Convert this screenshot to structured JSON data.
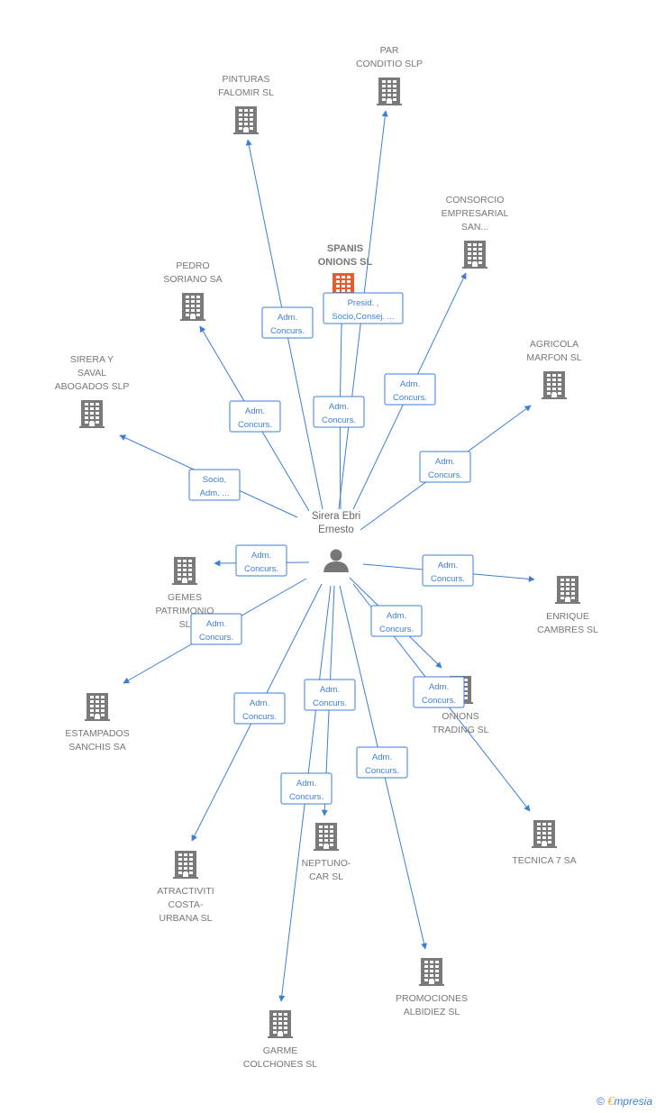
{
  "person": {
    "label_lines": [
      "Sirera Ebri",
      "Ernesto"
    ]
  },
  "companies": [
    {
      "id": "par",
      "label_lines": [
        "PAR",
        "CONDITIO SLP"
      ],
      "highlight": false
    },
    {
      "id": "pinturas",
      "label_lines": [
        "PINTURAS",
        "FALOMIR SL"
      ],
      "highlight": false
    },
    {
      "id": "consorcio",
      "label_lines": [
        "CONSORCIO",
        "EMPRESARIAL",
        "SAN..."
      ],
      "highlight": false
    },
    {
      "id": "spanis",
      "label_lines": [
        "SPANIS",
        "ONIONS SL"
      ],
      "highlight": true
    },
    {
      "id": "pedro",
      "label_lines": [
        "PEDRO",
        "SORIANO SA"
      ],
      "highlight": false
    },
    {
      "id": "agricola",
      "label_lines": [
        "AGRICOLA",
        "MARFON SL"
      ],
      "highlight": false
    },
    {
      "id": "sirera",
      "label_lines": [
        "SIRERA Y",
        "SAVAL",
        "ABOGADOS SLP"
      ],
      "highlight": false
    },
    {
      "id": "gemes",
      "label_lines": [
        "GEMES",
        "PATRIMONIO",
        "SL"
      ],
      "highlight": false
    },
    {
      "id": "enrique",
      "label_lines": [
        "ENRIQUE",
        "CAMBRES SL"
      ],
      "highlight": false
    },
    {
      "id": "estampados",
      "label_lines": [
        "ESTAMPADOS",
        "SANCHIS SA"
      ],
      "highlight": false
    },
    {
      "id": "onions",
      "label_lines": [
        "ONIONS",
        "TRADING SL"
      ],
      "highlight": false
    },
    {
      "id": "tecnica",
      "label_lines": [
        "TECNICA 7 SA"
      ],
      "highlight": false
    },
    {
      "id": "neptuno",
      "label_lines": [
        "NEPTUNO-",
        "CAR SL"
      ],
      "highlight": false
    },
    {
      "id": "atractiviti",
      "label_lines": [
        "ATRACTIVITI",
        "COSTA-",
        "URBANA SL"
      ],
      "highlight": false
    },
    {
      "id": "promociones",
      "label_lines": [
        "PROMOCIONES",
        "ALBIDIEZ SL"
      ],
      "highlight": false
    },
    {
      "id": "garme",
      "label_lines": [
        "GARME",
        "COLCHONES SL"
      ],
      "highlight": false
    }
  ],
  "relations": [
    {
      "target": "pinturas",
      "label_lines": [
        "Adm.",
        "Concurs."
      ]
    },
    {
      "target": "par",
      "label_lines": [
        "Adm.",
        "Concurs."
      ]
    },
    {
      "target": "spanis",
      "label_lines": [
        "Presid. ,",
        "Socio,Consej. ..."
      ]
    },
    {
      "target": "consorcio",
      "label_lines": [
        "Adm.",
        "Concurs."
      ]
    },
    {
      "target": "pedro",
      "label_lines": [
        "Adm.",
        "Concurs."
      ]
    },
    {
      "target": "sirera",
      "label_lines": [
        "Socio,",
        "Adm. ..."
      ]
    },
    {
      "target": "agricola",
      "label_lines": [
        "Adm.",
        "Concurs."
      ]
    },
    {
      "target": "gemes",
      "label_lines": [
        "Adm.",
        "Concurs."
      ]
    },
    {
      "target": "enrique",
      "label_lines": [
        "Adm.",
        "Concurs."
      ]
    },
    {
      "target": "estampados",
      "label_lines": [
        "Adm.",
        "Concurs."
      ]
    },
    {
      "target": "onions",
      "label_lines": [
        "Adm.",
        "Concurs."
      ]
    },
    {
      "target": "tecnica",
      "label_lines": [
        "Adm.",
        "Concurs."
      ]
    },
    {
      "target": "atractiviti",
      "label_lines": [
        "Adm.",
        "Concurs."
      ]
    },
    {
      "target": "neptuno",
      "label_lines": [
        "Adm.",
        "Concurs."
      ]
    },
    {
      "target": "garme",
      "label_lines": [
        "Adm.",
        "Concurs."
      ]
    },
    {
      "target": "promociones",
      "label_lines": [
        "Adm.",
        "Concurs."
      ]
    }
  ],
  "colors": {
    "edge": "#3c7fd6",
    "building": "#7a7a7a",
    "building_highlight": "#f0592a",
    "label": "#777777"
  },
  "footer": {
    "copyright": "©",
    "brand_initial": "€",
    "brand_rest": "mpresia"
  }
}
